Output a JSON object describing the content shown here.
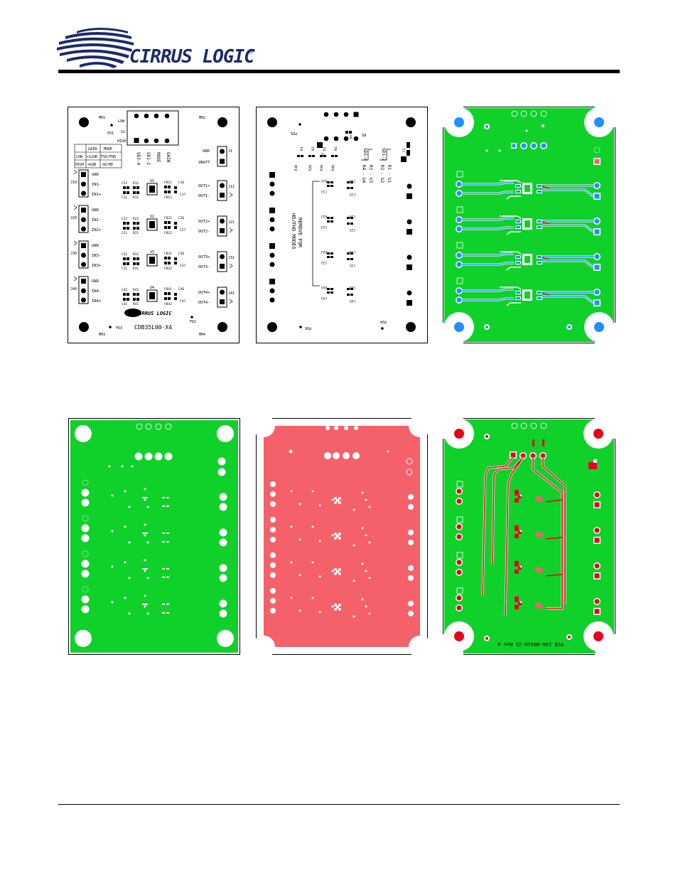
{
  "brand": {
    "name": "CIRRUS LOGIC",
    "registered": "®"
  },
  "silk_top": {
    "labels": {
      "mh1": "MH1",
      "mh2": "MH2",
      "mh3": "MH3",
      "mh4": "MH4",
      "fd1": "FD1",
      "fd2": "FD2",
      "fd3": "FD3",
      "low": "LOW",
      "high": "HIGH",
      "s1": "S1",
      "sd34": "SD3-4",
      "sd12": "SD1-2",
      "mode": "MODE",
      "gain": "GAIN",
      "gnd": "GND",
      "vbatt": "VBATT",
      "j1": "J1",
      "board_name": "CDB35L00-X4"
    },
    "table": [
      [
        "",
        "GAIN",
        "MODE"
      ],
      [
        "LOW",
        "+12dB",
        "FSD/FHD"
      ],
      [
        "HIGH",
        "+6dB",
        "SD/HD"
      ]
    ],
    "channels": [
      {
        "in_j": "J10",
        "gnd": "GND",
        "in_m": "IN1-",
        "in_p": "IN1+",
        "c_a": "C12",
        "r_a": "R12",
        "c_b": "C11",
        "r_b": "R11",
        "u": "U1",
        "fb_a": "FB11",
        "fb_b": "FB12",
        "c_c": "C16",
        "c_d": "C17",
        "out_p": "OUT1+",
        "out_m": "OUT1-",
        "out_j": "J11"
      },
      {
        "in_j": "J20",
        "gnd": "GND",
        "in_m": "IN2-",
        "in_p": "IN2+",
        "c_a": "C22",
        "r_a": "R22",
        "c_b": "C21",
        "r_b": "R21",
        "u": "U2",
        "fb_a": "FB21",
        "fb_b": "FB22",
        "c_c": "C26",
        "c_d": "C27",
        "out_p": "OUT2+",
        "out_m": "OUT2-",
        "out_j": "J21"
      },
      {
        "in_j": "J30",
        "gnd": "GND",
        "in_m": "IN3-",
        "in_p": "IN3+",
        "c_a": "C32",
        "r_a": "R32",
        "c_b": "C31",
        "r_b": "R31",
        "u": "U3",
        "fb_a": "FB31",
        "fb_b": "FB32",
        "c_c": "C36",
        "c_d": "C37",
        "out_p": "OUT3+",
        "out_m": "OUT3-",
        "out_j": "J31"
      },
      {
        "in_j": "J40",
        "gnd": "GND",
        "in_m": "IN4-",
        "in_p": "IN4+",
        "c_a": "C42",
        "r_a": "R42",
        "c_b": "C41",
        "r_b": "R41",
        "u": "U4",
        "fb_a": "FB41",
        "fb_b": "FB42",
        "c_c": "C46",
        "c_d": "C47",
        "out_p": "OUT4+",
        "out_m": "OUT4-",
        "out_j": "J41"
      }
    ]
  },
  "silk_bottom": {
    "fd5": "FD5",
    "fd6": "FD6",
    "fd4": "FD4",
    "r5": "R5",
    "r6": "R6",
    "r7": "R7",
    "c3": "C3",
    "r10": "R10",
    "r20": "R20",
    "r30": "R30",
    "r40": "R40",
    "r1": "R1",
    "r2": "R2",
    "r3": "R3",
    "r4": "R4",
    "sd12": "SD1-2",
    "sd34": "SD3-4",
    "map": [
      "R4 - U4",
      "R3 - U3",
      "R2 - U2",
      "R1 - U1"
    ],
    "remove": "REMOVE FOR",
    "modes": "HD/FHD MODES",
    "groups": [
      {
        "r": "R13",
        "c1": "C13",
        "c2": "C14",
        "c3": "C15"
      },
      {
        "r": "R23",
        "c1": "C23",
        "c2": "C24",
        "c3": "C25"
      },
      {
        "r": "R33",
        "c1": "C33",
        "c2": "C34",
        "c3": "C35"
      },
      {
        "r": "R43",
        "c1": "C43",
        "c2": "C44",
        "c3": "C45"
      }
    ]
  },
  "bottom_copper": {
    "pcb_label": "PCB 240-00410-Z1 Rev A"
  },
  "colors": {
    "board_green": "#10d12a",
    "pad_blue": "#1e90ff",
    "pad_red": "#e8001c",
    "plane_salmon": "#f5616a",
    "logo_navy": "#1a2a6c"
  }
}
